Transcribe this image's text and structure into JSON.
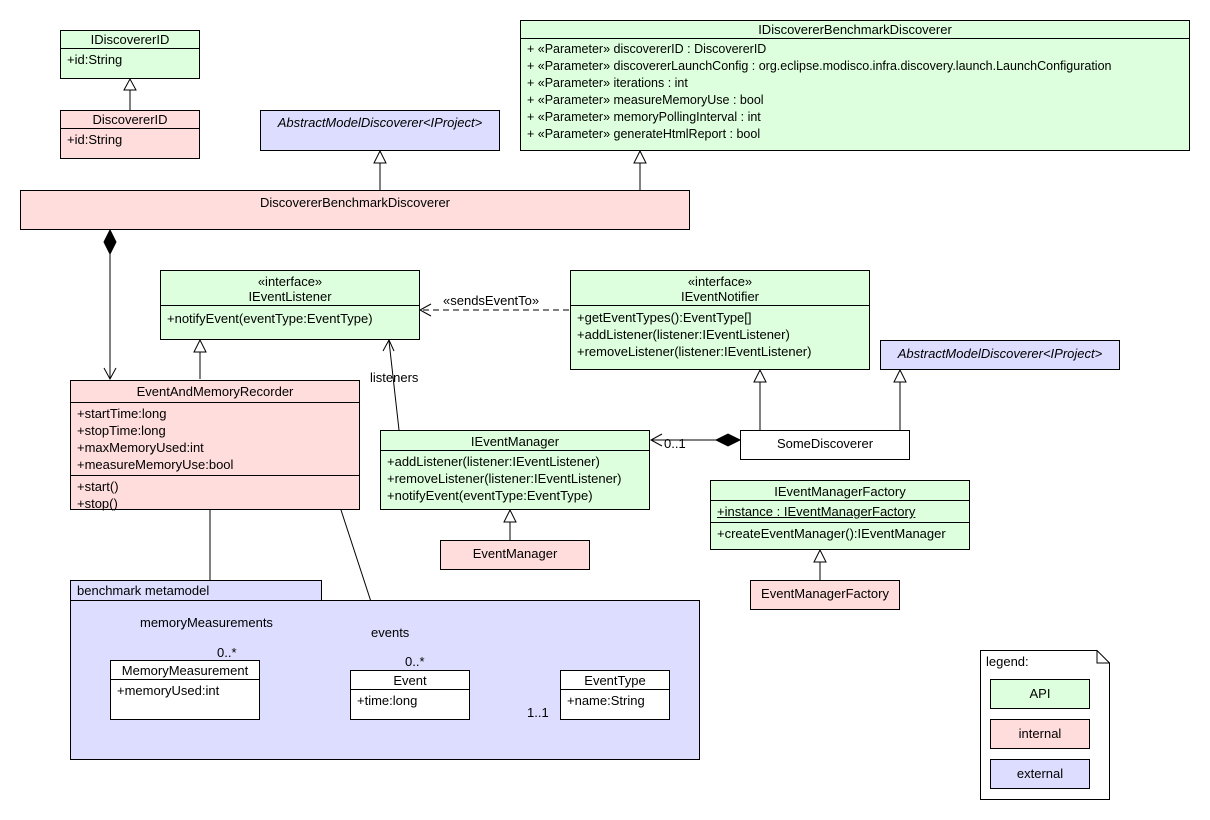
{
  "classes": {
    "idiscoverer_id": {
      "name": "IDiscovererID",
      "attrs": [
        "+id:String"
      ]
    },
    "discoverer_id": {
      "name": "DiscovererID",
      "attrs": [
        "+id:String"
      ]
    },
    "abstract_discoverer_top": {
      "name": "AbstractModelDiscoverer<IProject>"
    },
    "idiscoverer_benchmark": {
      "name": "IDiscovererBenchmarkDiscoverer",
      "attrs": [
        "+ «Parameter» discovererID : DiscovererID",
        "+ «Parameter» discovererLaunchConfig : org.eclipse.modisco.infra.discovery.launch.LaunchConfiguration",
        "+ «Parameter» iterations : int",
        "+ «Parameter» measureMemoryUse : bool",
        "+ «Parameter» memoryPollingInterval : int",
        "+ «Parameter» generateHtmlReport : bool"
      ]
    },
    "discoverer_benchmark": {
      "name": "DiscovererBenchmarkDiscoverer"
    },
    "ievent_listener": {
      "stereotype": "«interface»",
      "name": "IEventListener",
      "ops": [
        "+notifyEvent(eventType:EventType)"
      ]
    },
    "ievent_notifier": {
      "stereotype": "«interface»",
      "name": "IEventNotifier",
      "ops": [
        "+getEventTypes():EventType[]",
        "+addListener(listener:IEventListener)",
        "+removeListener(listener:IEventListener)"
      ]
    },
    "abstract_discoverer_right": {
      "name": "AbstractModelDiscoverer<IProject>"
    },
    "recorder": {
      "name": "EventAndMemoryRecorder",
      "attrs": [
        "+startTime:long",
        "+stopTime:long",
        "+maxMemoryUsed:int",
        "+measureMemoryUse:bool"
      ],
      "ops": [
        "+start()",
        "+stop()"
      ]
    },
    "ievent_manager": {
      "name": "IEventManager",
      "ops": [
        "+addListener(listener:IEventListener)",
        "+removeListener(listener:IEventListener)",
        "+notifyEvent(eventType:EventType)"
      ]
    },
    "some_discoverer": {
      "name": "SomeDiscoverer"
    },
    "event_manager": {
      "name": "EventManager"
    },
    "ievent_manager_factory": {
      "name": "IEventManagerFactory",
      "attrs": [
        "+instance : IEventManagerFactory"
      ],
      "ops": [
        "+createEventManager():IEventManager"
      ]
    },
    "event_manager_factory": {
      "name": "EventManagerFactory"
    },
    "memory_measurement": {
      "name": "MemoryMeasurement",
      "attrs": [
        "+memoryUsed:int"
      ]
    },
    "event": {
      "name": "Event",
      "attrs": [
        "+time:long"
      ]
    },
    "event_type": {
      "name": "EventType",
      "attrs": [
        "+name:String"
      ]
    }
  },
  "package": {
    "name": "benchmark metamodel"
  },
  "labels": {
    "sends_event_to": "«sendsEventTo»",
    "listeners": "listeners",
    "mult_manager": "0..1",
    "memory_measurements": "memoryMeasurements",
    "mult_memory": "0..*",
    "events": "events",
    "mult_events": "0..*",
    "mult_event_type": "1..1"
  },
  "legend": {
    "title": "legend:",
    "api": "API",
    "internal": "internal",
    "external": "external"
  },
  "colors": {
    "api": "#ddffdd",
    "internal": "#ffdddd",
    "external": "#ddddff",
    "line": "#000000"
  }
}
